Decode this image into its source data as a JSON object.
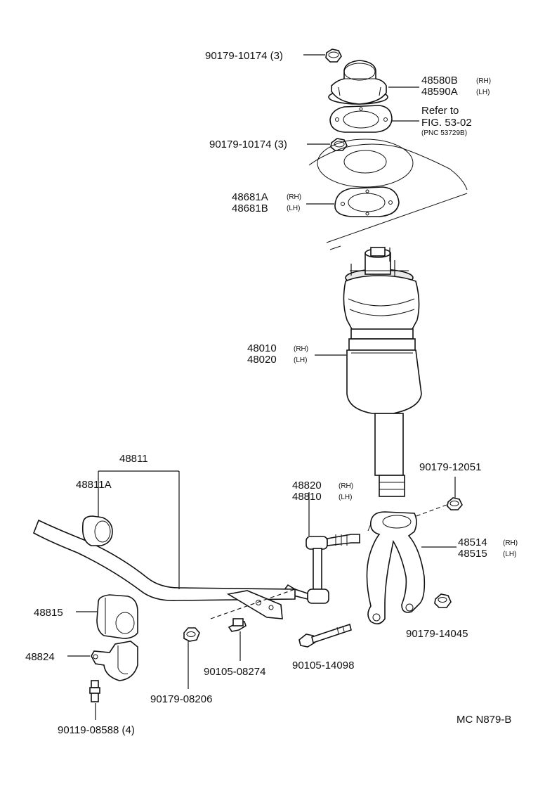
{
  "figure_code": "MC N879-B",
  "labels": {
    "nut_top": {
      "part": "90179-10174",
      "qty": "(3)"
    },
    "support_rh": {
      "part": "48580B",
      "side": "(RH)"
    },
    "support_lh": {
      "part": "48590A",
      "side": "(LH)"
    },
    "refer_1": "Refer to",
    "refer_2": "FIG. 53-02",
    "refer_3": "(PNC 53729B)",
    "nut_mid": {
      "part": "90179-10174",
      "qty": "(3)"
    },
    "gasket_rh": {
      "part": "48681A",
      "side": "(RH)"
    },
    "gasket_lh": {
      "part": "48681B",
      "side": "(LH)"
    },
    "strut_rh": {
      "part": "48010",
      "side": "(RH)"
    },
    "strut_lh": {
      "part": "48020",
      "side": "(LH)"
    },
    "stabilizer_bar": {
      "part": "48811"
    },
    "bushing": {
      "part": "48811A"
    },
    "link_rh": {
      "part": "48820",
      "side": "(RH)"
    },
    "link_lh": {
      "part": "48810",
      "side": "(LH)"
    },
    "nut_fork_top": {
      "part": "90179-12051"
    },
    "fork_rh": {
      "part": "48514",
      "side": "(RH)"
    },
    "fork_lh": {
      "part": "48515",
      "side": "(LH)"
    },
    "cushion": {
      "part": "48815"
    },
    "bracket": {
      "part": "48824"
    },
    "bolt_bracket": {
      "part": "90119-08588",
      "qty": "(4)"
    },
    "nut_link": {
      "part": "90179-08206"
    },
    "bolt_link": {
      "part": "90105-08274"
    },
    "bolt_fork": {
      "part": "90105-14098"
    },
    "nut_fork_bottom": {
      "part": "90179-14045"
    }
  }
}
